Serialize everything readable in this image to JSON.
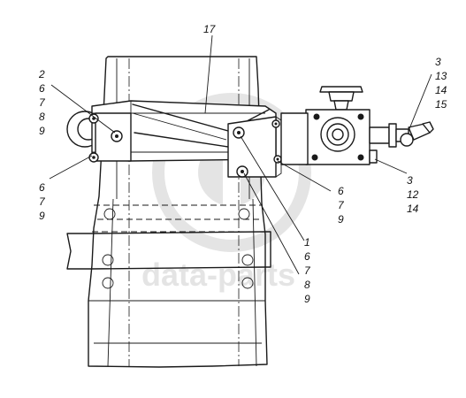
{
  "colors": {
    "line": "#1a1a1a",
    "background": "#ffffff",
    "watermark": "#cfcfcf"
  },
  "watermark": {
    "text": "data-parts"
  },
  "callouts": {
    "c17": [
      "17"
    ],
    "c2": [
      "2",
      "6",
      "7",
      "8",
      "9"
    ],
    "c6": [
      "6",
      "7",
      "9"
    ],
    "c3a": [
      "3",
      "13",
      "14",
      "15"
    ],
    "c3b": [
      "3",
      "12",
      "14"
    ],
    "c6b": [
      "6",
      "7",
      "9"
    ],
    "c1": [
      "1",
      "6",
      "7",
      "8",
      "9"
    ]
  }
}
